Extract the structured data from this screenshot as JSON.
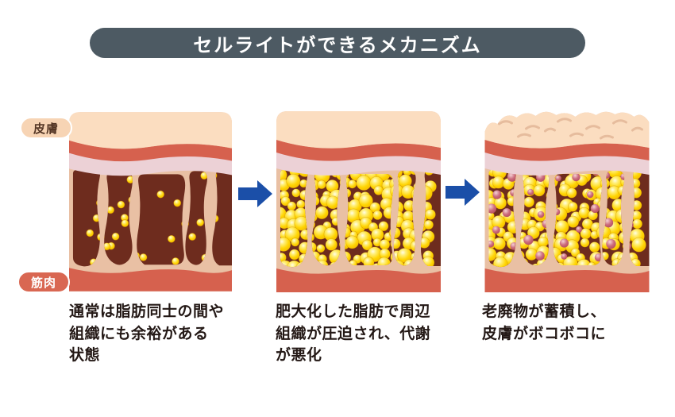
{
  "title": "セルライトができるメカニズム",
  "labels": {
    "skin": "皮膚",
    "muscle": "筋肉"
  },
  "panels": [
    {
      "name": "normal-fat",
      "caption_lines": [
        "通常は脂肪同士の間や",
        "組織にも余裕がある",
        "状態"
      ]
    },
    {
      "name": "enlarged-fat",
      "caption_lines": [
        "肥大化した脂肪で周辺",
        "組織が圧迫され、代謝",
        "が悪化"
      ]
    },
    {
      "name": "cellulite-bumpy-skin",
      "caption_lines": [
        "老廃物が蓄積し、",
        "皮膚がボコボコに"
      ]
    }
  ],
  "arrows": [
    {
      "icon": "arrow-right-icon"
    },
    {
      "icon": "arrow-right-icon"
    }
  ],
  "colors": {
    "title_bg": "#4D5A63",
    "title_text": "#FFFFFF",
    "cream": "#FBDDC0",
    "dermis": "#D6614E",
    "pink": "#ECD1D6",
    "tan": "#E9C0A4",
    "brown": "#6E2C1E",
    "fat_yellow": "#FFD503",
    "waste": "#A93C4E",
    "arrow": "#1B4FA8",
    "pill_skin_bg": "#F7D4B4",
    "pill_skin_text": "#553726",
    "pill_muscle_bg": "#D96752",
    "pill_muscle_text": "#FFFFFF",
    "caption": "#231815",
    "wrinkle": "#E6BC9D"
  }
}
